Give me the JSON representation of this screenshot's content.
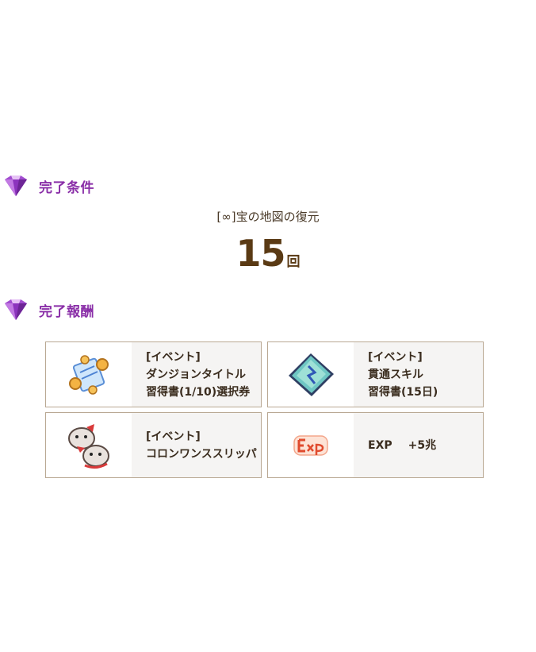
{
  "completion_condition": {
    "title": "完了条件",
    "target_name": "[∞]宝の地図の復元",
    "count_value": "15",
    "count_unit": "回"
  },
  "completion_reward": {
    "title": "完了報酬",
    "items": [
      {
        "icon": "skill-book-scroll-icon",
        "lines": [
          "[イベント]",
          "ダンジョンタイトル",
          "習得書(1/10)選択券"
        ]
      },
      {
        "icon": "skill-book-tablet-icon",
        "lines": [
          "[イベント]",
          "貫通スキル",
          "習得書(15日)"
        ]
      },
      {
        "icon": "colon-slippers-icon",
        "lines": [
          "[イベント]",
          "コロンワンススリッパ"
        ]
      },
      {
        "icon": "exp-icon",
        "name": "EXP",
        "amount": "+5兆"
      }
    ]
  },
  "colors": {
    "accent": "#8a2fa8",
    "count": "#5a3a14",
    "card_border": "#b9a893"
  }
}
